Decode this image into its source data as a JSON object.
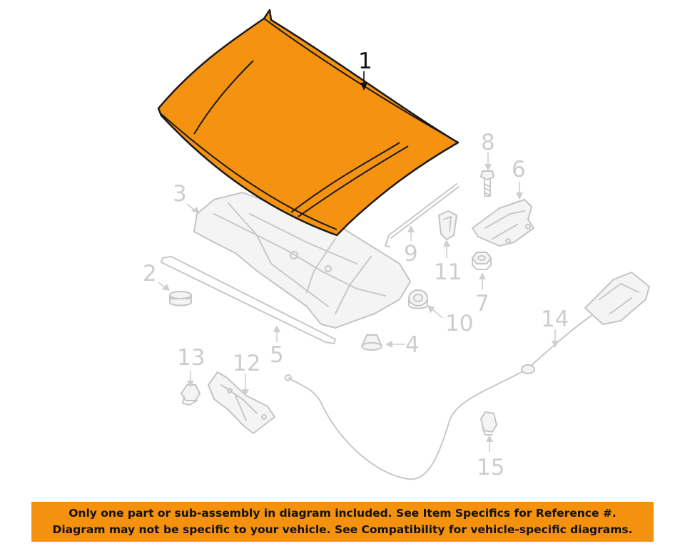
{
  "diagram": {
    "callouts": {
      "c1": "1",
      "c2": "2",
      "c3": "3",
      "c4": "4",
      "c5": "5",
      "c6": "6",
      "c7": "7",
      "c8": "8",
      "c9": "9",
      "c10": "10",
      "c11": "11",
      "c12": "12",
      "c13": "13",
      "c14": "14",
      "c15": "15"
    },
    "colors": {
      "highlight_part": "#f5920f",
      "ghost_parts": "#c8c8c8",
      "banner_background": "#f4920f"
    }
  },
  "banner": {
    "line1": "Only one part or sub-assembly in diagram included. See Item Specifics for Reference #.",
    "line2": "Diagram may not be specific to your vehicle. See Compatibility for vehicle-specific diagrams."
  }
}
